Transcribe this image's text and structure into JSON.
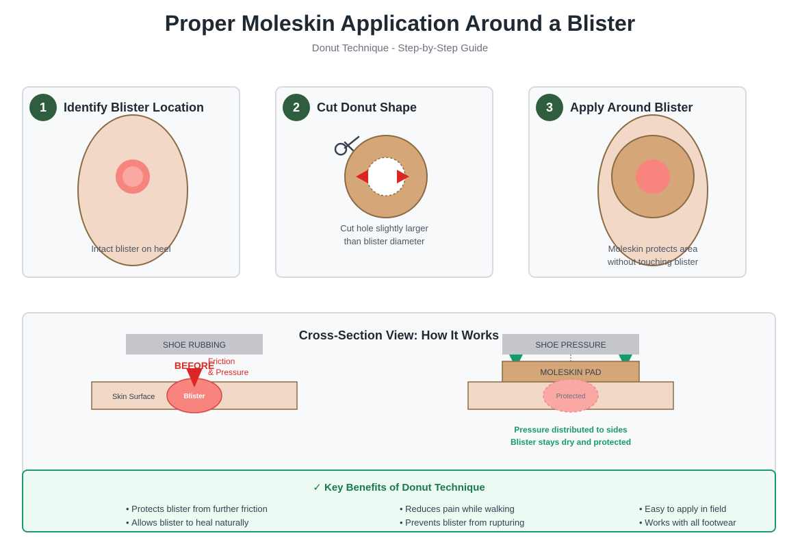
{
  "header": {
    "title": "Proper Moleskin Application Around a Blister",
    "subtitle": "Donut Technique - Step-by-Step Guide"
  },
  "steps": [
    {
      "number": "1",
      "title": "Identify Blister Location",
      "caption": "Intact blister on heel"
    },
    {
      "number": "2",
      "title": "Cut Donut Shape",
      "caption_line1": "Cut hole slightly larger",
      "caption_line2": "than blister diameter"
    },
    {
      "number": "3",
      "title": "Apply Around Blister",
      "caption_line1": "Moleskin protects area",
      "caption_line2": "without touching blister"
    }
  ],
  "cross_section": {
    "title": "Cross-Section View: How It Works",
    "before": {
      "tag": "BEFORE",
      "shoe_label": "SHOE RUBBING",
      "force_line1": "Friction",
      "force_line2": "& Pressure",
      "skin_label": "Skin Surface",
      "blister_label": "Blister"
    },
    "after": {
      "shoe_label": "SHOE PRESSURE",
      "pad_label": "MOLESKIN PAD",
      "blister_label": "Protected",
      "note_line1": "Pressure distributed to sides",
      "note_line2": "Blister stays dry and protected"
    }
  },
  "benefits": {
    "title": "✓ Key Benefits of Donut Technique",
    "col1": [
      "Protects blister from further friction",
      "Allows blister to heal naturally"
    ],
    "col2": [
      "Reduces pain while walking",
      "Prevents blister from rupturing"
    ],
    "col3": [
      "Easy to apply in field",
      "Works with all footwear"
    ]
  },
  "colors": {
    "skin": "#f2d8c6",
    "moleskin": "#d4a678",
    "outline": "#8b6b44",
    "blister": "#f7847d",
    "step_badge": "#2e5e3e",
    "alert_red": "#dc2626",
    "green": "#16996b"
  },
  "icons": {
    "cutting_tool": "scissors-icon"
  }
}
